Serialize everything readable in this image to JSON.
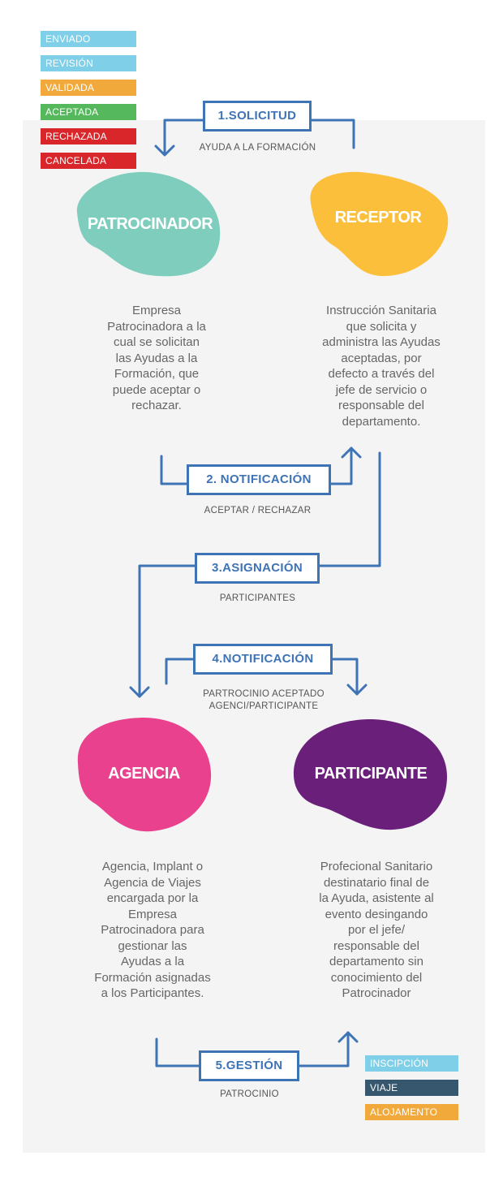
{
  "statuses": [
    {
      "label": "ENVIADO",
      "color": "#7fcfe8"
    },
    {
      "label": "REVISIÓN",
      "color": "#7fcfe8"
    },
    {
      "label": "VALIDADA",
      "color": "#f2a93b"
    },
    {
      "label": "ACEPTADA",
      "color": "#56b85c"
    },
    {
      "label": "RECHAZADA",
      "color": "#d9262a"
    },
    {
      "label": "CANCELADA",
      "color": "#d9262a"
    }
  ],
  "steps": {
    "solicitud": {
      "title": "1.SOLICITUD",
      "sub": "AYUDA A LA FORMACIÓN"
    },
    "notificacion1": {
      "title": "2. NOTIFICACIÓN",
      "sub": "ACEPTAR / RECHAZAR"
    },
    "asignacion": {
      "title": "3.ASIGNACIÓN",
      "sub": "PARTICIPANTES"
    },
    "notificacion2": {
      "title": "4.NOTIFICACIÓN",
      "sub_line1": "PARTROCINIO ACEPTADO",
      "sub_line2": "AGENCI/PARTICIPANTE"
    },
    "gestion": {
      "title": "5.GESTIÓN",
      "sub": "PATROCINIO"
    }
  },
  "actors": {
    "patrocinador": {
      "name": "PATROCINADOR",
      "color": "#7ecdbd",
      "desc": [
        "Empresa",
        "Patrocinadora a la",
        "cual se solicitan",
        "las Ayudas a la",
        "Formación, que",
        "puede aceptar o",
        "rechazar."
      ]
    },
    "receptor": {
      "name": "RECEPTOR",
      "color": "#fbbf3b",
      "desc": [
        "Instrucción Sanitaria",
        "que  solicita y",
        "administra las Ayudas",
        "aceptadas, por",
        "defecto a través del",
        "jefe de servicio o",
        "responsable del",
        "departamento."
      ]
    },
    "agencia": {
      "name": "AGENCIA",
      "color": "#e9418d",
      "desc": [
        "Agencia, Implant o",
        "Agencia de Viajes",
        "encargada por la",
        "Empresa",
        "Patrocinadora para",
        "gestionar las",
        "Ayudas a la",
        "Formación asignadas",
        "a los Participantes."
      ]
    },
    "participante": {
      "name": "PARTICIPANTE",
      "color": "#6a1f7a",
      "desc": [
        "Profecional Sanitario",
        "destinatario final de",
        "la Ayuda, asistente al",
        "evento desingando",
        "por el jefe/",
        "responsable del",
        "departamento sin",
        "conocimiento del",
        "Patrocinador"
      ]
    }
  },
  "gestion_items": [
    {
      "label": "INSCIPCIÓN",
      "color": "#7fcfe8"
    },
    {
      "label": "VIAJE",
      "color": "#36576d"
    },
    {
      "label": "ALOJAMENTO",
      "color": "#f2a93b"
    }
  ],
  "accent_color": "#3e73b5"
}
